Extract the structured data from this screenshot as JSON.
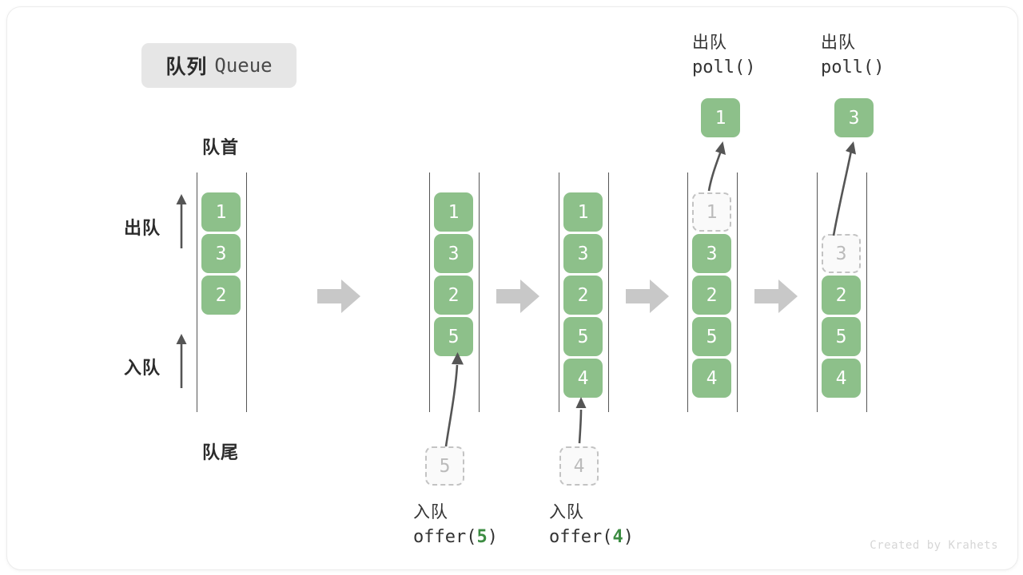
{
  "title": {
    "zh": "队列",
    "en": "Queue"
  },
  "credit": "Created by Krahets",
  "legend": {
    "head_label": "队首",
    "tail_label": "队尾",
    "dequeue_label": "出队",
    "enqueue_label": "入队"
  },
  "colors": {
    "cell_fill": "#8dc08a",
    "cell_text": "#ffffff",
    "ghost_fill": "#fafafa",
    "ghost_border": "#c3c3c3",
    "ghost_text": "#bbbbbb",
    "rail": "#555555",
    "arrow": "#555555",
    "step_arrow": "#c8c8c8",
    "badge_bg": "#e6e6e6",
    "code_accent": "#3c8c42",
    "credit": "#d6d6d6"
  },
  "stages": [
    {
      "id": "initial",
      "cells": [
        "1",
        "3",
        "2"
      ],
      "ghost_index": null,
      "caption": null
    },
    {
      "id": "after-offer-5",
      "cells": [
        "1",
        "3",
        "2",
        "5"
      ],
      "ghost_index": null,
      "incoming": "5",
      "caption": {
        "zh": "入队",
        "code_prefix": "offer(",
        "code_num": "5",
        "code_suffix": ")"
      }
    },
    {
      "id": "after-offer-4",
      "cells": [
        "1",
        "3",
        "2",
        "5",
        "4"
      ],
      "ghost_index": null,
      "incoming": "4",
      "caption": {
        "zh": "入队",
        "code_prefix": "offer(",
        "code_num": "4",
        "code_suffix": ")"
      }
    },
    {
      "id": "after-poll-1",
      "cells": [
        "1",
        "3",
        "2",
        "5",
        "4"
      ],
      "ghost_index": 0,
      "popped": "1",
      "caption_top": {
        "zh": "出队",
        "code": "poll()"
      }
    },
    {
      "id": "after-poll-3",
      "cells": [
        "",
        "3",
        "2",
        "5",
        "4"
      ],
      "ghost_index": 1,
      "popped": "3",
      "caption_top": {
        "zh": "出队",
        "code": "poll()"
      }
    }
  ],
  "step_arrows": [
    {
      "name": "step-arrow-1"
    },
    {
      "name": "step-arrow-2"
    },
    {
      "name": "step-arrow-3"
    },
    {
      "name": "step-arrow-4"
    }
  ]
}
